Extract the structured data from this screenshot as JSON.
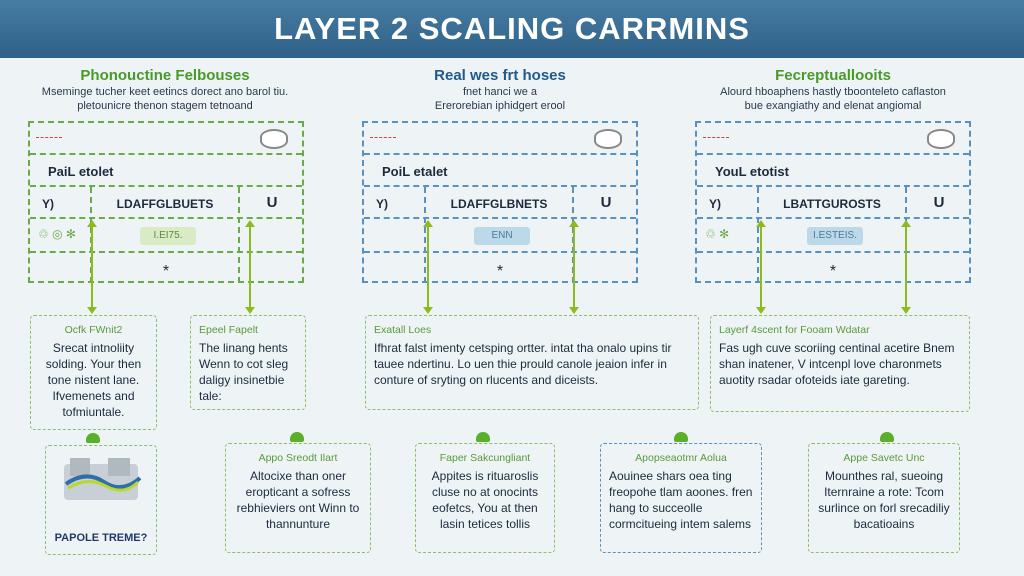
{
  "header": {
    "title": "LAYER 2 SCALING CARRMINS"
  },
  "columns": [
    {
      "title": "Phonouctine Felbouses",
      "subtitle": [
        "Mseminge tucher keet eetincs dorect ano barol tiu.",
        "pletounicre thenon stagem tetnoand"
      ],
      "row_title": "PaiL etolet",
      "left_head": "Y)",
      "mid_head": "LDAFFGLBUETS",
      "right_head": "U",
      "badge": "I.EI75.",
      "star": "*",
      "accent": "#4a9a2a"
    },
    {
      "title": "Real wes frt hoses",
      "subtitle": [
        "fnet hanci we a",
        "Ererorebian iphidgert erool"
      ],
      "row_title": "PoiL etalet",
      "left_head": "Y)",
      "mid_head": "LDAFFGLBNETS",
      "right_head": "U",
      "badge": "ENN",
      "star": "*",
      "accent": "#1f5a8a"
    },
    {
      "title": "Fecreptuallooits",
      "subtitle": [
        "Alourd hboaphens hastly tboonteleto caflaston",
        "bue exangiathy and elenat angiomal"
      ],
      "row_title": "YouL etotist",
      "left_head": "Y)",
      "mid_head": "LBATTGUROSTS",
      "right_head": "U",
      "badge": "I.ESTEIS.",
      "star": "*",
      "accent": "#4a9a2a"
    }
  ],
  "cards": {
    "a": {
      "title": "Ocfk FWnit2",
      "body": "Srecat intnoliity solding. Your then tone nistent lane. Ifvemenets and tofmiuntale."
    },
    "b": {
      "title": "Epeel Fapelt",
      "body": "The linang hents Wenn to cot sleg daligy insinetbie tale:"
    },
    "c": {
      "title": "Exatall Loes",
      "body": "Ifhrat falst imenty cetsping ortter. intat tha onalo upins tir tauee ndertinu. Lo uen thie prould canole jeaion infer in conture of sryting on rlucents and diceists."
    },
    "d": {
      "title": "Layerf 4scent for Fooam Wdatar",
      "body": "Fas ugh cuve scoriing centinal acetire Bnem shan inatener, V intcenpl love charonmets auotity rsadar ofoteids iate gareting."
    },
    "image": {
      "caption": "PAPOLE TREME?"
    },
    "e": {
      "title": "Appo Sreodt Ilart",
      "body": "Altocixe than oner eropticant a sofress rebhieviers ont Winn to thannunture"
    },
    "f": {
      "title": "Faper Sakcungliant",
      "body": "Appites is rituaroslis cluse no at onocints eofetcs, You at then lasin tetices tollis"
    },
    "g": {
      "title": "Apopseaotmr Aolua",
      "body": "Aouinee shars oea ting freopohe tlam aoones. fren hang to succeolle cormcitueing intem salems"
    },
    "h": {
      "title": "Appe Savetc Unc",
      "body": "Mounthes ral, sueoing Iternraine a rote: Tcom surlince on forl srecadiliy bacatioains"
    }
  }
}
